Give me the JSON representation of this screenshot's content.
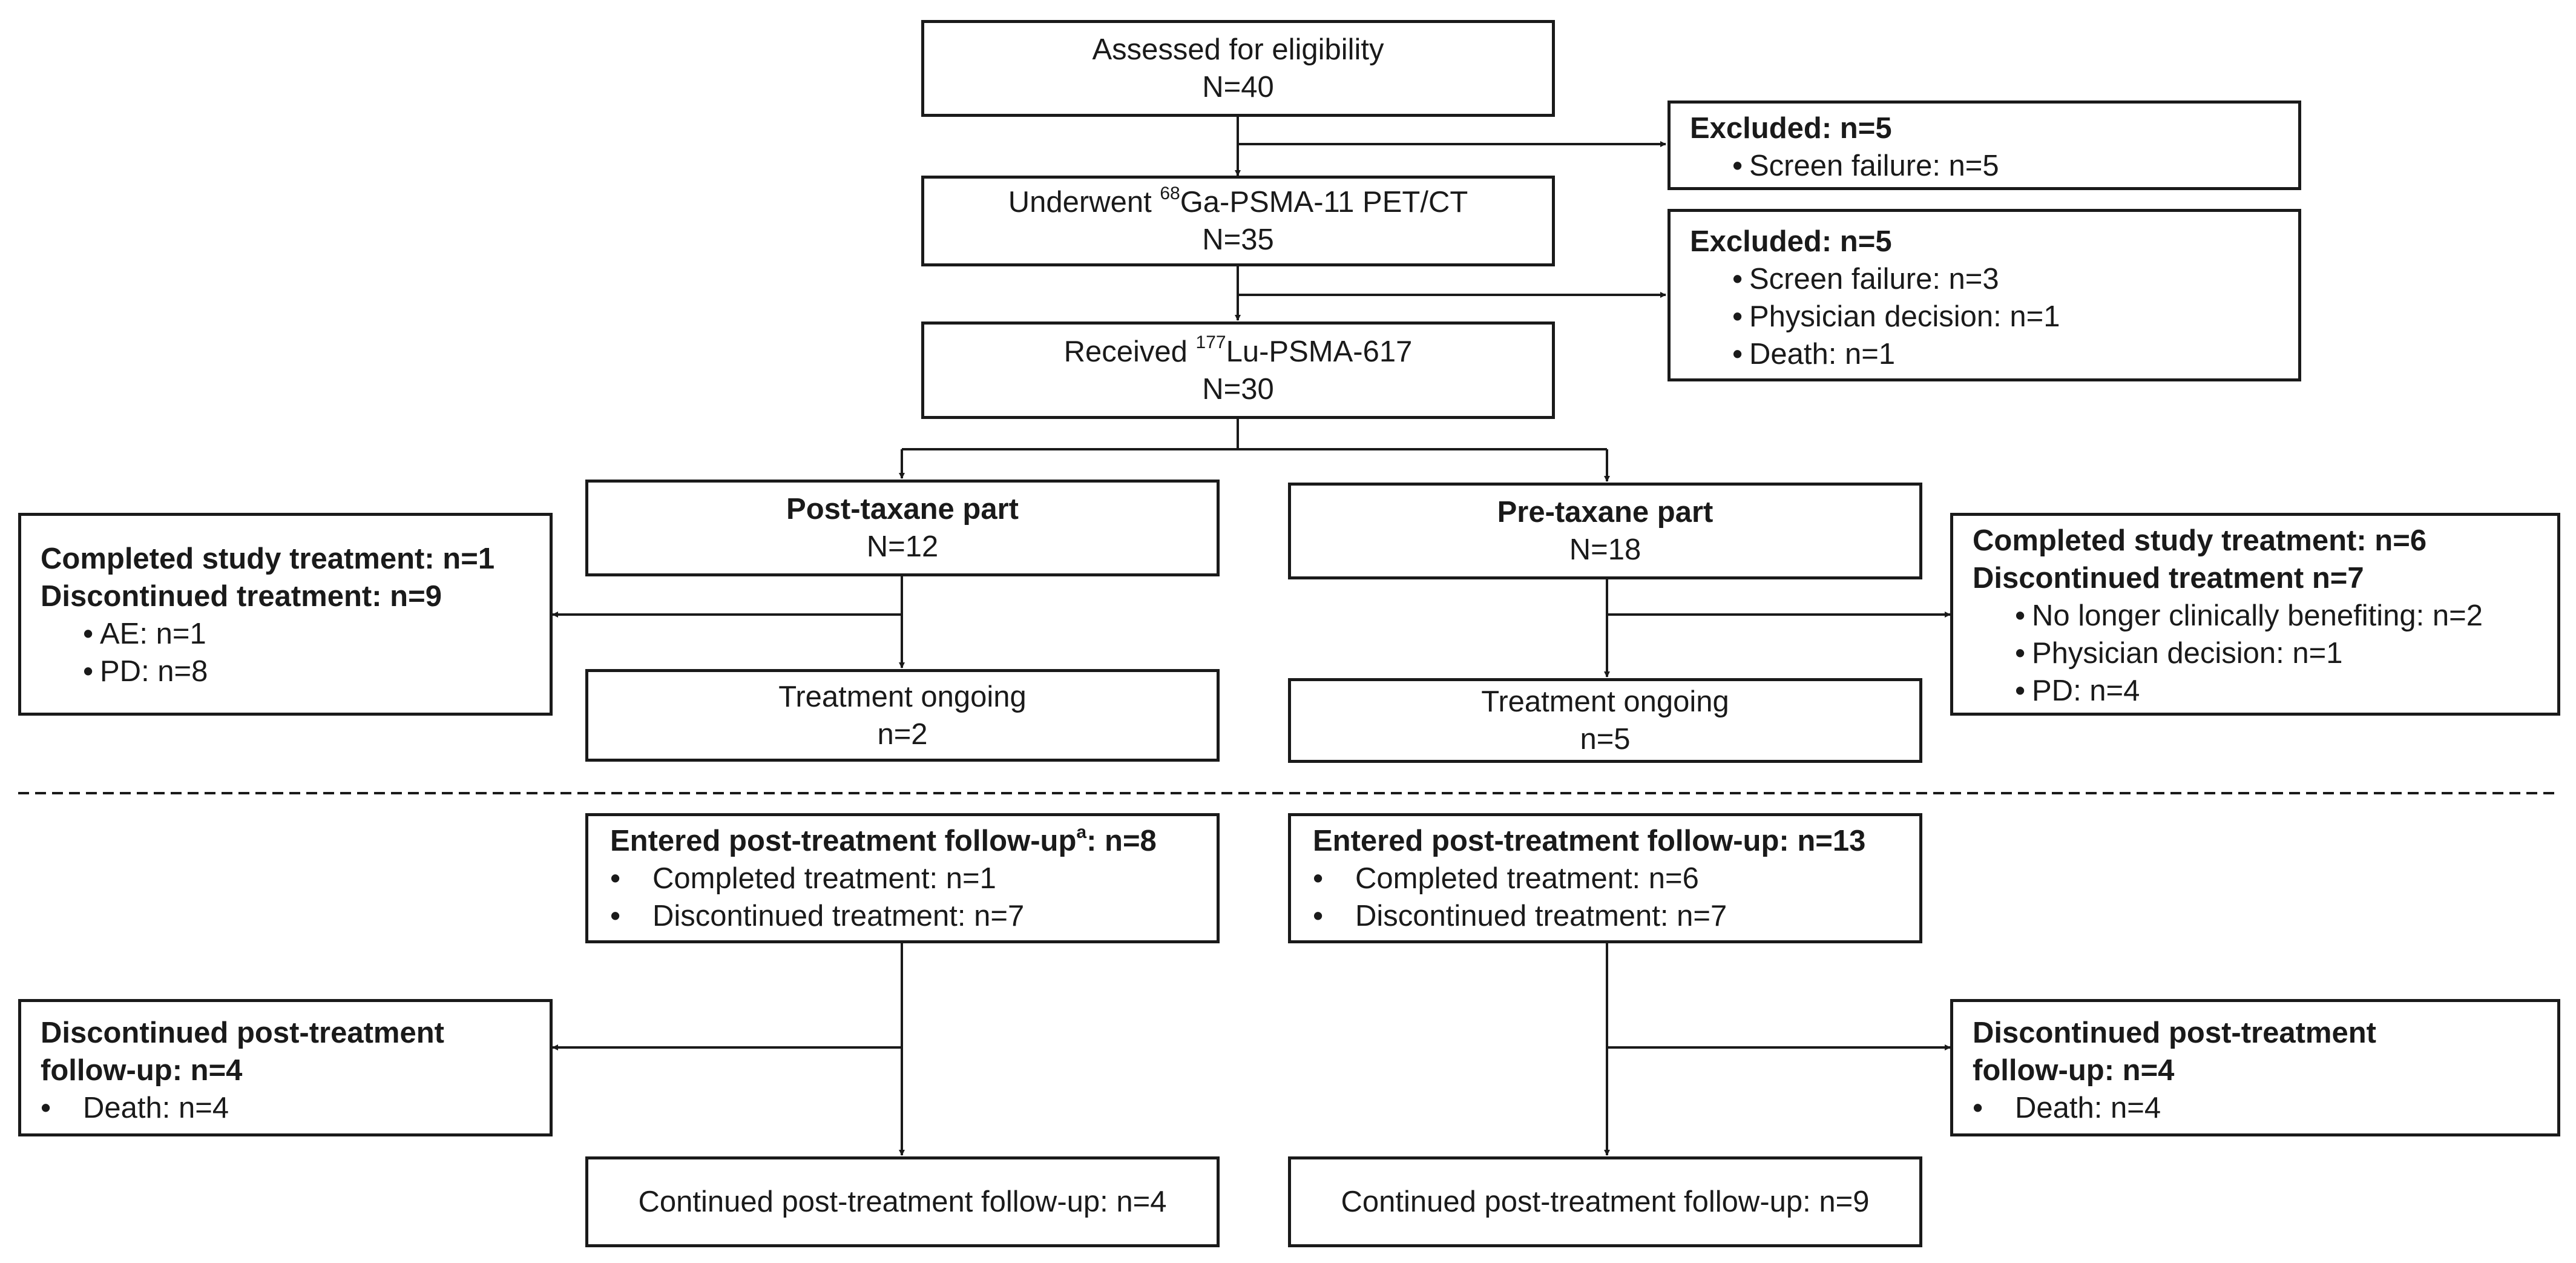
{
  "assessed": {
    "title": "Assessed for eligibility",
    "n": "N=40"
  },
  "excluded1": {
    "title": "Excluded: n=5",
    "items": [
      "Screen failure: n=5"
    ]
  },
  "underwent": {
    "prefix": "Underwent ",
    "sup": "68",
    "suffix": "Ga-PSMA-11 PET/CT",
    "n": "N=35"
  },
  "excluded2": {
    "title": "Excluded: n=5",
    "items": [
      "Screen failure: n=3",
      "Physician decision: n=1",
      "Death: n=1"
    ]
  },
  "received": {
    "prefix": "Received ",
    "sup": "177",
    "suffix": "Lu-PSMA-617",
    "n": "N=30"
  },
  "post_taxane": {
    "title": "Post-taxane part",
    "n": "N=12"
  },
  "pre_taxane": {
    "title": "Pre-taxane part",
    "n": "N=18"
  },
  "post_outcome": {
    "line1": "Completed study treatment: n=1",
    "line2": "Discontinued treatment: n=9",
    "items": [
      "AE: n=1",
      "PD: n=8"
    ]
  },
  "pre_outcome": {
    "line1": "Completed study treatment: n=6",
    "line2": "Discontinued treatment n=7",
    "items": [
      "No longer clinically benefiting: n=2",
      "Physician decision: n=1",
      "PD: n=4"
    ]
  },
  "post_ongoing": {
    "title": "Treatment ongoing",
    "n": "n=2"
  },
  "pre_ongoing": {
    "title": "Treatment ongoing",
    "n": "n=5"
  },
  "post_followup": {
    "title_prefix": "Entered post-treatment follow-up",
    "title_sup": "a",
    "title_suffix": ": n=8",
    "items": [
      "Completed treatment: n=1",
      "Discontinued treatment: n=7"
    ]
  },
  "pre_followup": {
    "title": "Entered post-treatment follow-up: n=13",
    "items": [
      "Completed treatment: n=6",
      "Discontinued treatment: n=7"
    ]
  },
  "post_disc_fu": {
    "line1": "Discontinued post-treatment",
    "line2": "follow-up: n=4",
    "items": [
      "Death: n=4"
    ]
  },
  "pre_disc_fu": {
    "line1": "Discontinued post-treatment",
    "line2": "follow-up: n=4",
    "items": [
      "Death: n=4"
    ]
  },
  "post_cont_fu": {
    "title": "Continued post-treatment follow-up: n=4"
  },
  "pre_cont_fu": {
    "title": "Continued post-treatment follow-up: n=9"
  },
  "colors": {
    "line": "#1a1a1a",
    "background": "#ffffff"
  }
}
